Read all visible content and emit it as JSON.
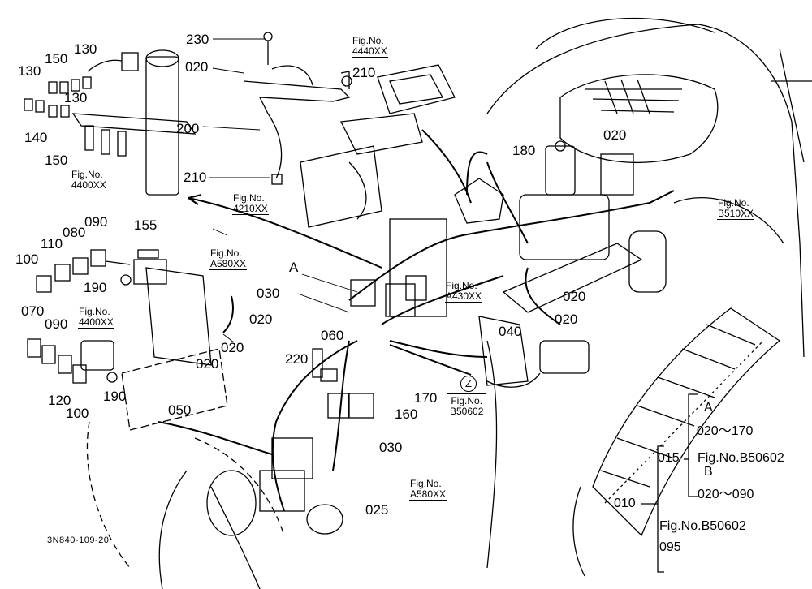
{
  "part_labels": {
    "p230": "230",
    "p020a": "020",
    "p210a": "210",
    "p200": "200",
    "p210b": "210",
    "p130a": "130",
    "p150a": "150",
    "p130b": "130",
    "p130c": "130",
    "p140": "140",
    "p150b": "150",
    "p155": "155",
    "p100a": "100",
    "p110": "110",
    "p080": "080",
    "p090a": "090",
    "p190a": "190",
    "p070": "070",
    "p090b": "090",
    "p120": "120",
    "p100b": "100",
    "p190b": "190",
    "p020b": "020",
    "p020c": "020",
    "p050": "050",
    "p030a": "030",
    "p020d": "020",
    "p060": "060",
    "p220": "220",
    "p170": "170",
    "p160": "160",
    "p030b": "030",
    "p025": "025",
    "p180": "180",
    "p020e": "020",
    "p040": "040",
    "p020f": "020",
    "p020g": "020"
  },
  "fig_refs": {
    "r4440": "4440XX",
    "r4210": "4210XX",
    "r4400a": "4400XX",
    "rB510": "B510XX",
    "rA580a": "A580XX",
    "rA430": "A430XX",
    "r4400b": "4400XX",
    "rA580b": "A580XX"
  },
  "fig_prefix": "Fig.No.",
  "box_ref": "B50602",
  "callouts": {
    "A": "A",
    "Z": "Z"
  },
  "legend": {
    "l015": "015",
    "l010": "010",
    "A": "A",
    "A_range": "020～170",
    "A_fig": "Fig.No.B50602",
    "B": "B",
    "B_range": "020～090",
    "fig2": "Fig.No.B50602",
    "l095": "095"
  },
  "drawing_code": "3N840-109-20"
}
